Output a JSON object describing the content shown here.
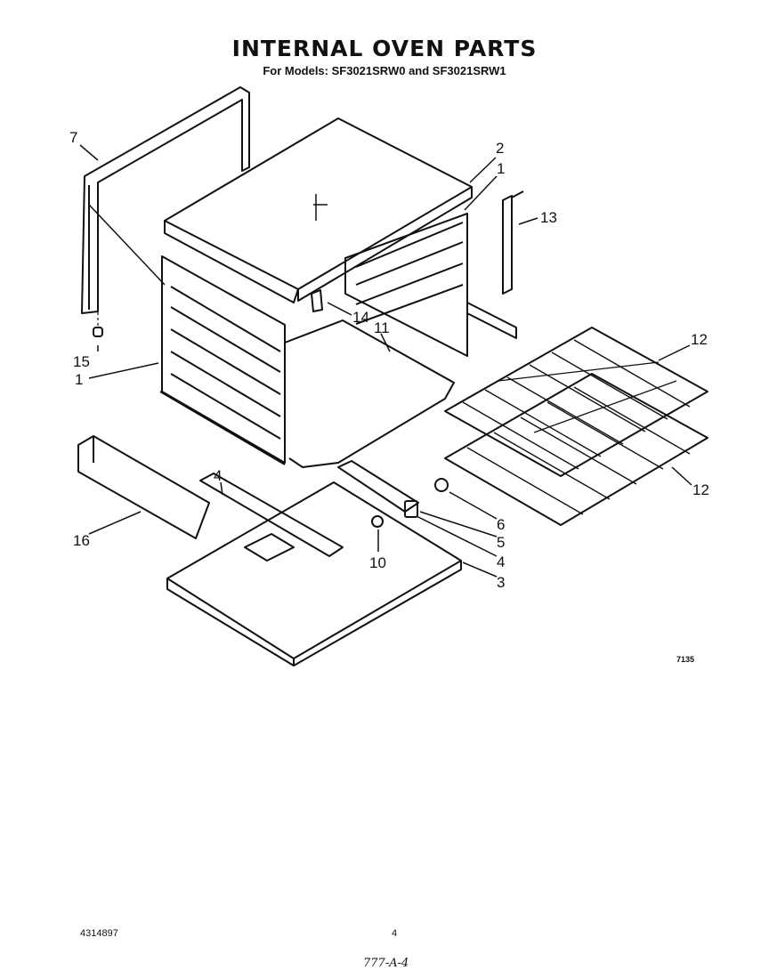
{
  "header": {
    "title": "INTERNAL OVEN PARTS",
    "subtitle": "For Models: SF3021SRW0 and SF3021SRW1"
  },
  "callouts": {
    "c7": "7",
    "c15": "15",
    "c1_left": "1",
    "c2": "2",
    "c1_right": "1",
    "c13": "13",
    "c14": "14",
    "c11": "11",
    "c12_top": "12",
    "c12_bottom": "12",
    "c4_left": "4",
    "c16": "16",
    "c6": "6",
    "c5": "5",
    "c4_right": "4",
    "c3": "3",
    "c10": "10"
  },
  "diagram_code": "7135",
  "footer": {
    "doc_number": "4314897",
    "page_number": "4",
    "handwritten": "777-A-4"
  }
}
